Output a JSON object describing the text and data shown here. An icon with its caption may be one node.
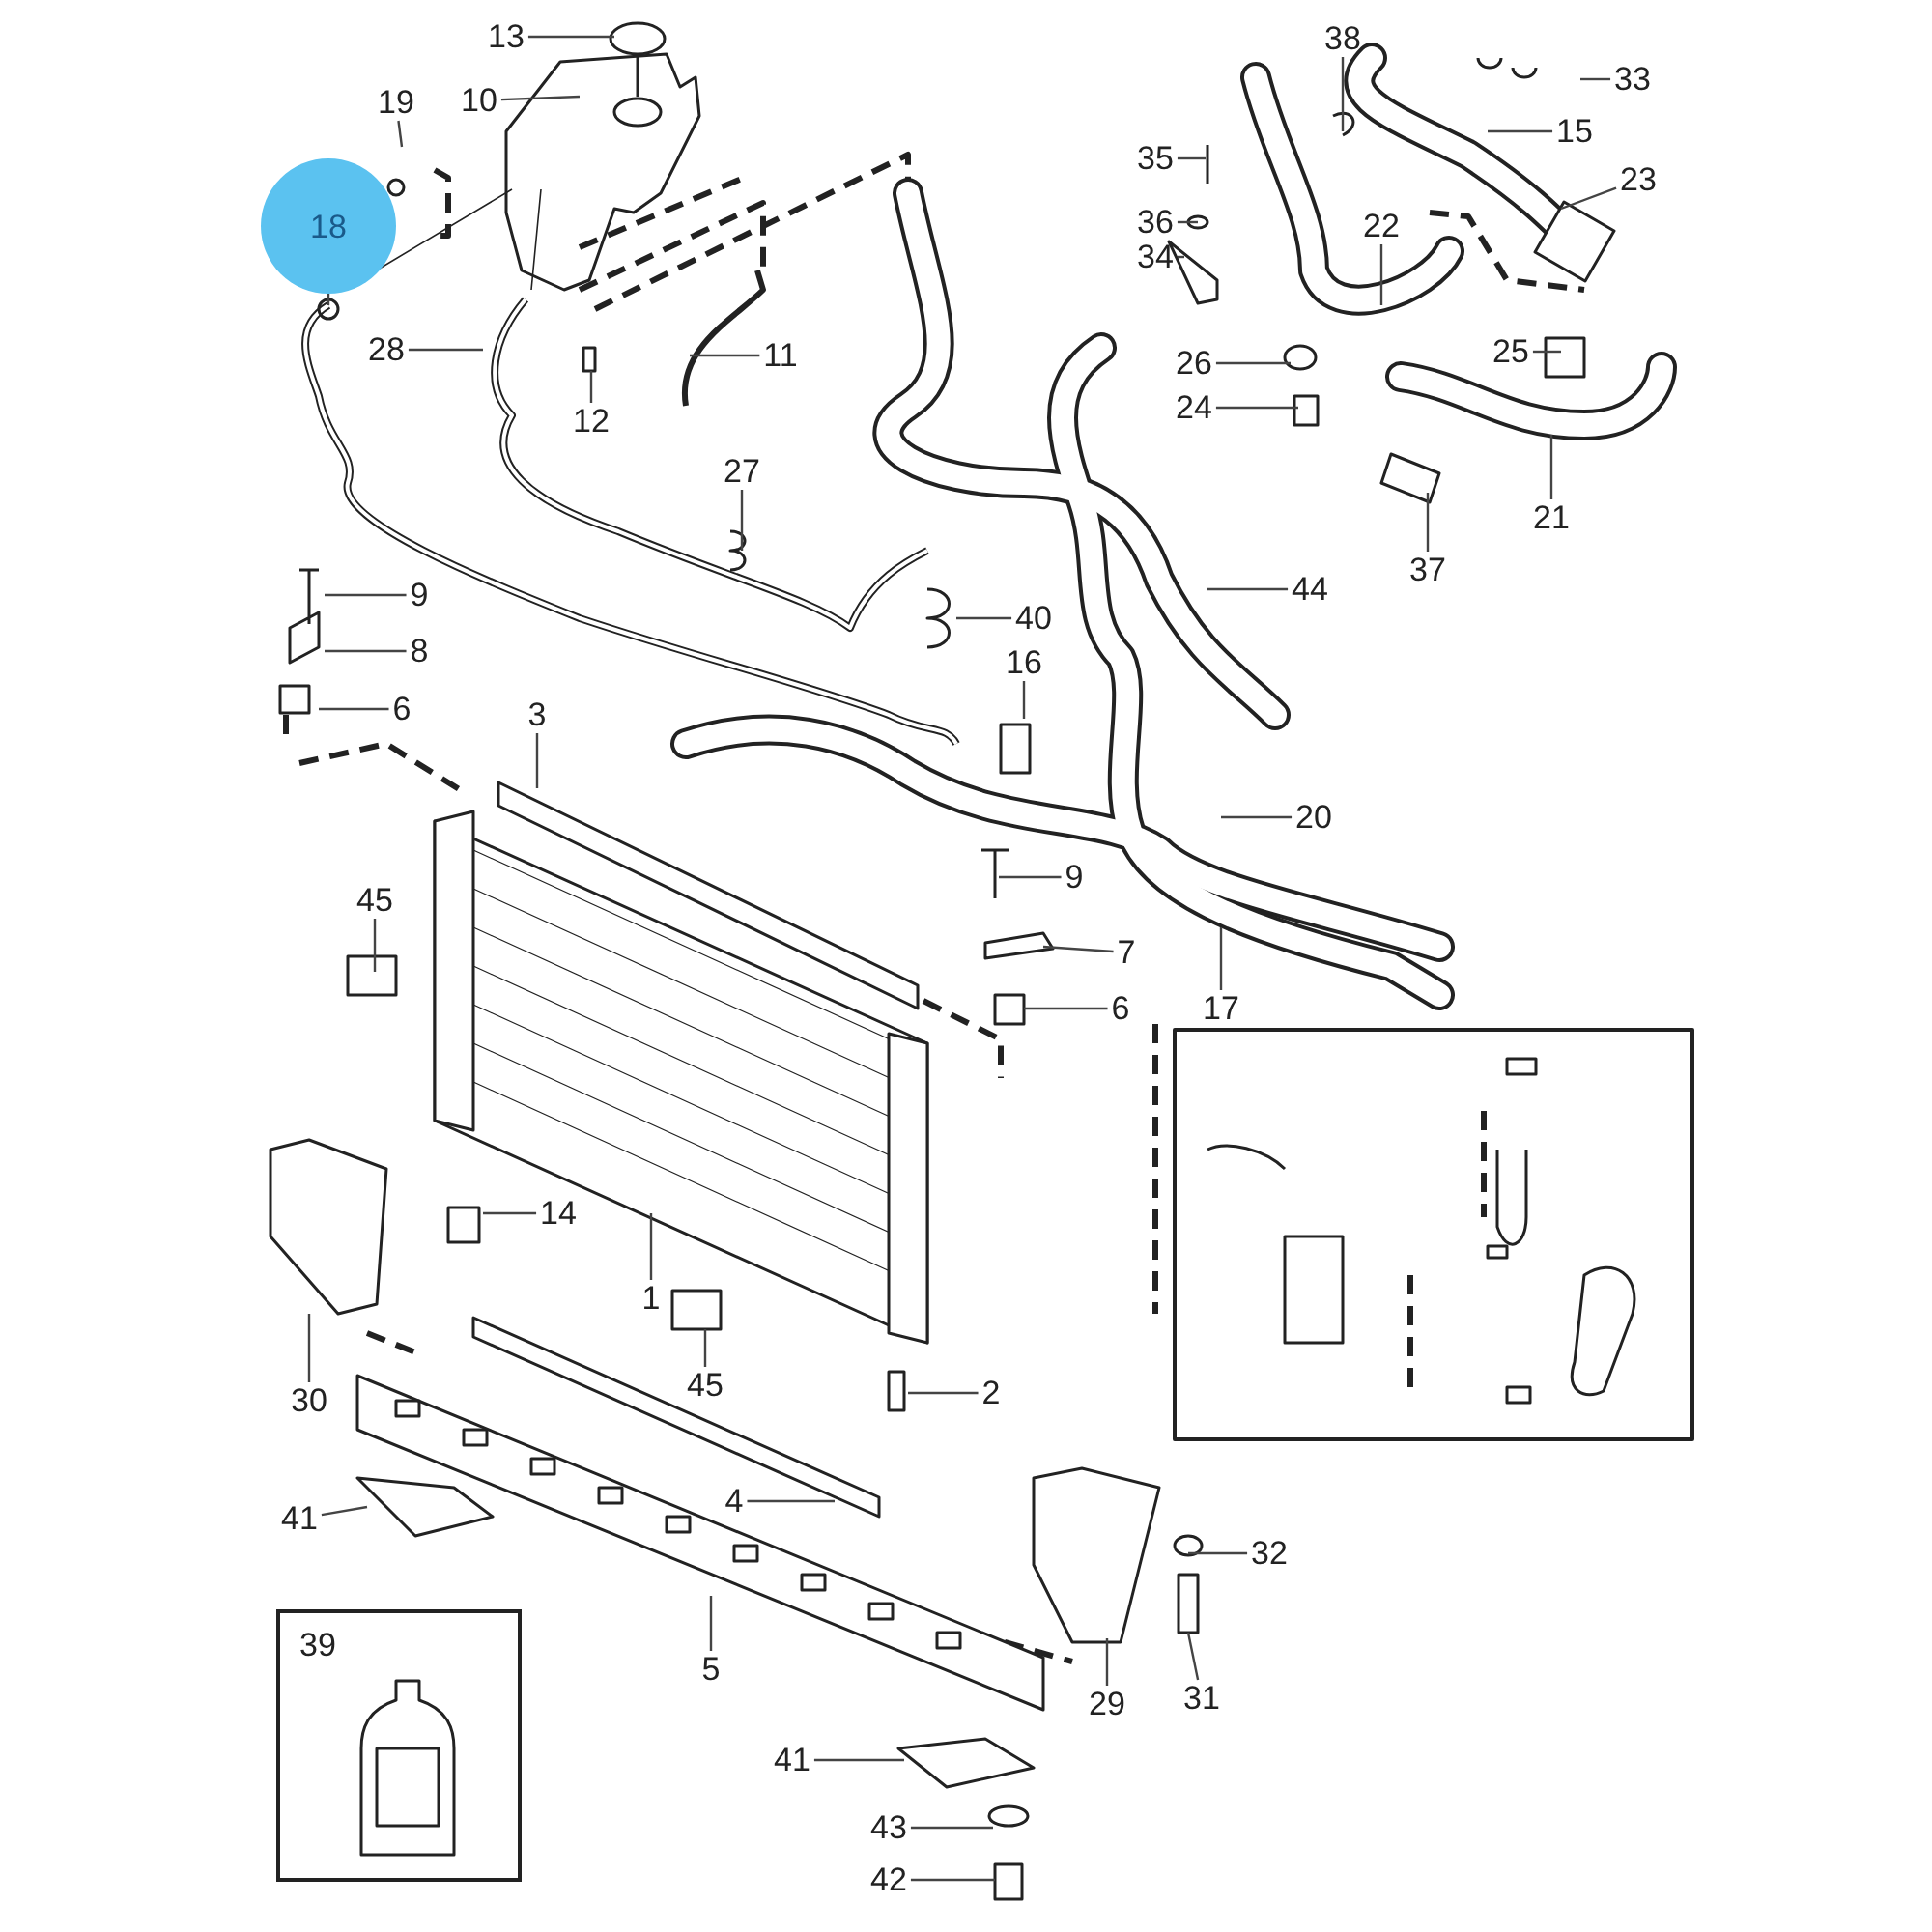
{
  "diagram": {
    "nodes": [
      {
        "text": [
          "13"
        ]
      },
      {
        "text": [
          "10"
        ]
      },
      {
        "text": [
          "19"
        ]
      },
      {
        "text": [
          "18"
        ]
      },
      {
        "text": [
          "28"
        ]
      },
      {
        "text": [
          "12"
        ]
      },
      {
        "text": [
          "11"
        ]
      },
      {
        "text": [
          "27"
        ]
      },
      {
        "text": [
          "9"
        ]
      },
      {
        "text": [
          "8"
        ]
      },
      {
        "text": [
          "6"
        ]
      },
      {
        "text": [
          "40"
        ]
      },
      {
        "text": [
          "16"
        ]
      },
      {
        "text": [
          "3"
        ]
      },
      {
        "text": [
          "44"
        ]
      },
      {
        "text": [
          "35"
        ]
      },
      {
        "text": [
          "36"
        ]
      },
      {
        "text": [
          "34"
        ]
      },
      {
        "text": [
          "38"
        ]
      },
      {
        "text": [
          "33"
        ]
      },
      {
        "text": [
          "15"
        ]
      },
      {
        "text": [
          "23"
        ]
      },
      {
        "text": [
          "22"
        ]
      },
      {
        "text": [
          "26"
        ]
      },
      {
        "text": [
          "24"
        ]
      },
      {
        "text": [
          "25"
        ]
      },
      {
        "text": [
          "21"
        ]
      },
      {
        "text": [
          "37"
        ]
      },
      {
        "text": [
          "20"
        ]
      },
      {
        "text": [
          "9"
        ]
      },
      {
        "text": [
          "7"
        ]
      },
      {
        "text": [
          "6"
        ]
      },
      {
        "text": [
          "17"
        ]
      },
      {
        "text": [
          "45"
        ]
      },
      {
        "text": [
          "14"
        ]
      },
      {
        "text": [
          "1"
        ]
      },
      {
        "text": [
          "45"
        ]
      },
      {
        "text": [
          "2"
        ]
      },
      {
        "text": [
          "30"
        ]
      },
      {
        "text": [
          "4"
        ]
      },
      {
        "text": [
          "41"
        ]
      },
      {
        "text": [
          "5"
        ]
      },
      {
        "text": [
          "39"
        ]
      },
      {
        "text": [
          "32"
        ]
      },
      {
        "text": [
          "31"
        ]
      },
      {
        "text": [
          "29"
        ]
      },
      {
        "text": [
          "41"
        ]
      },
      {
        "text": [
          "43"
        ]
      },
      {
        "text": [
          "42"
        ]
      }
    ],
    "edges": [
      {
        "from": 0,
        "to": null,
        "arrow": "none"
      },
      {
        "from": 1,
        "to": null,
        "arrow": "none"
      },
      {
        "from": 2,
        "to": null,
        "arrow": "none"
      },
      {
        "from": 3,
        "to": null,
        "arrow": "none"
      },
      {
        "from": 4,
        "to": null,
        "arrow": "none"
      },
      {
        "from": 5,
        "to": null,
        "arrow": "none"
      },
      {
        "from": 6,
        "to": null,
        "arrow": "none"
      },
      {
        "from": 7,
        "to": null,
        "arrow": "none"
      },
      {
        "from": 8,
        "to": null,
        "arrow": "none"
      },
      {
        "from": 9,
        "to": null,
        "arrow": "none"
      },
      {
        "from": 10,
        "to": null,
        "arrow": "none"
      },
      {
        "from": 11,
        "to": null,
        "arrow": "none"
      },
      {
        "from": 12,
        "to": null,
        "arrow": "none"
      },
      {
        "from": 13,
        "to": null,
        "arrow": "none"
      },
      {
        "from": 14,
        "to": null,
        "arrow": "none"
      },
      {
        "from": 15,
        "to": null,
        "arrow": "none"
      },
      {
        "from": 16,
        "to": null,
        "arrow": "none"
      },
      {
        "from": 17,
        "to": null,
        "arrow": "none"
      },
      {
        "from": 18,
        "to": null,
        "arrow": "none"
      },
      {
        "from": 19,
        "to": null,
        "arrow": "none"
      },
      {
        "from": 20,
        "to": null,
        "arrow": "none"
      },
      {
        "from": 21,
        "to": null,
        "arrow": "none"
      },
      {
        "from": 22,
        "to": null,
        "arrow": "none"
      },
      {
        "from": 23,
        "to": null,
        "arrow": "none"
      },
      {
        "from": 24,
        "to": null,
        "arrow": "none"
      },
      {
        "from": 25,
        "to": null,
        "arrow": "none"
      },
      {
        "from": 26,
        "to": null,
        "arrow": "none"
      },
      {
        "from": 27,
        "to": null,
        "arrow": "none"
      },
      {
        "from": 28,
        "to": null,
        "arrow": "none"
      },
      {
        "from": 29,
        "to": null,
        "arrow": "none"
      },
      {
        "from": 30,
        "to": null,
        "arrow": "none"
      },
      {
        "from": 31,
        "to": null,
        "arrow": "none"
      },
      {
        "from": 32,
        "to": null,
        "arrow": "none"
      },
      {
        "from": 33,
        "to": null,
        "arrow": "none"
      },
      {
        "from": 34,
        "to": null,
        "arrow": "none"
      },
      {
        "from": 35,
        "to": null,
        "arrow": "none"
      },
      {
        "from": 36,
        "to": null,
        "arrow": "none"
      },
      {
        "from": 37,
        "to": null,
        "arrow": "none"
      },
      {
        "from": 38,
        "to": null,
        "arrow": "none"
      },
      {
        "from": 39,
        "to": null,
        "arrow": "none"
      },
      {
        "from": 40,
        "to": null,
        "arrow": "none"
      },
      {
        "from": 41,
        "to": null,
        "arrow": "none"
      },
      {
        "from": 43,
        "to": null,
        "arrow": "none"
      },
      {
        "from": 44,
        "to": null,
        "arrow": "none"
      },
      {
        "from": 45,
        "to": null,
        "arrow": "none"
      },
      {
        "from": 46,
        "to": null,
        "arrow": "none"
      },
      {
        "from": 47,
        "to": null,
        "arrow": "none"
      },
      {
        "from": 48,
        "to": null,
        "arrow": "none"
      }
    ]
  }
}
